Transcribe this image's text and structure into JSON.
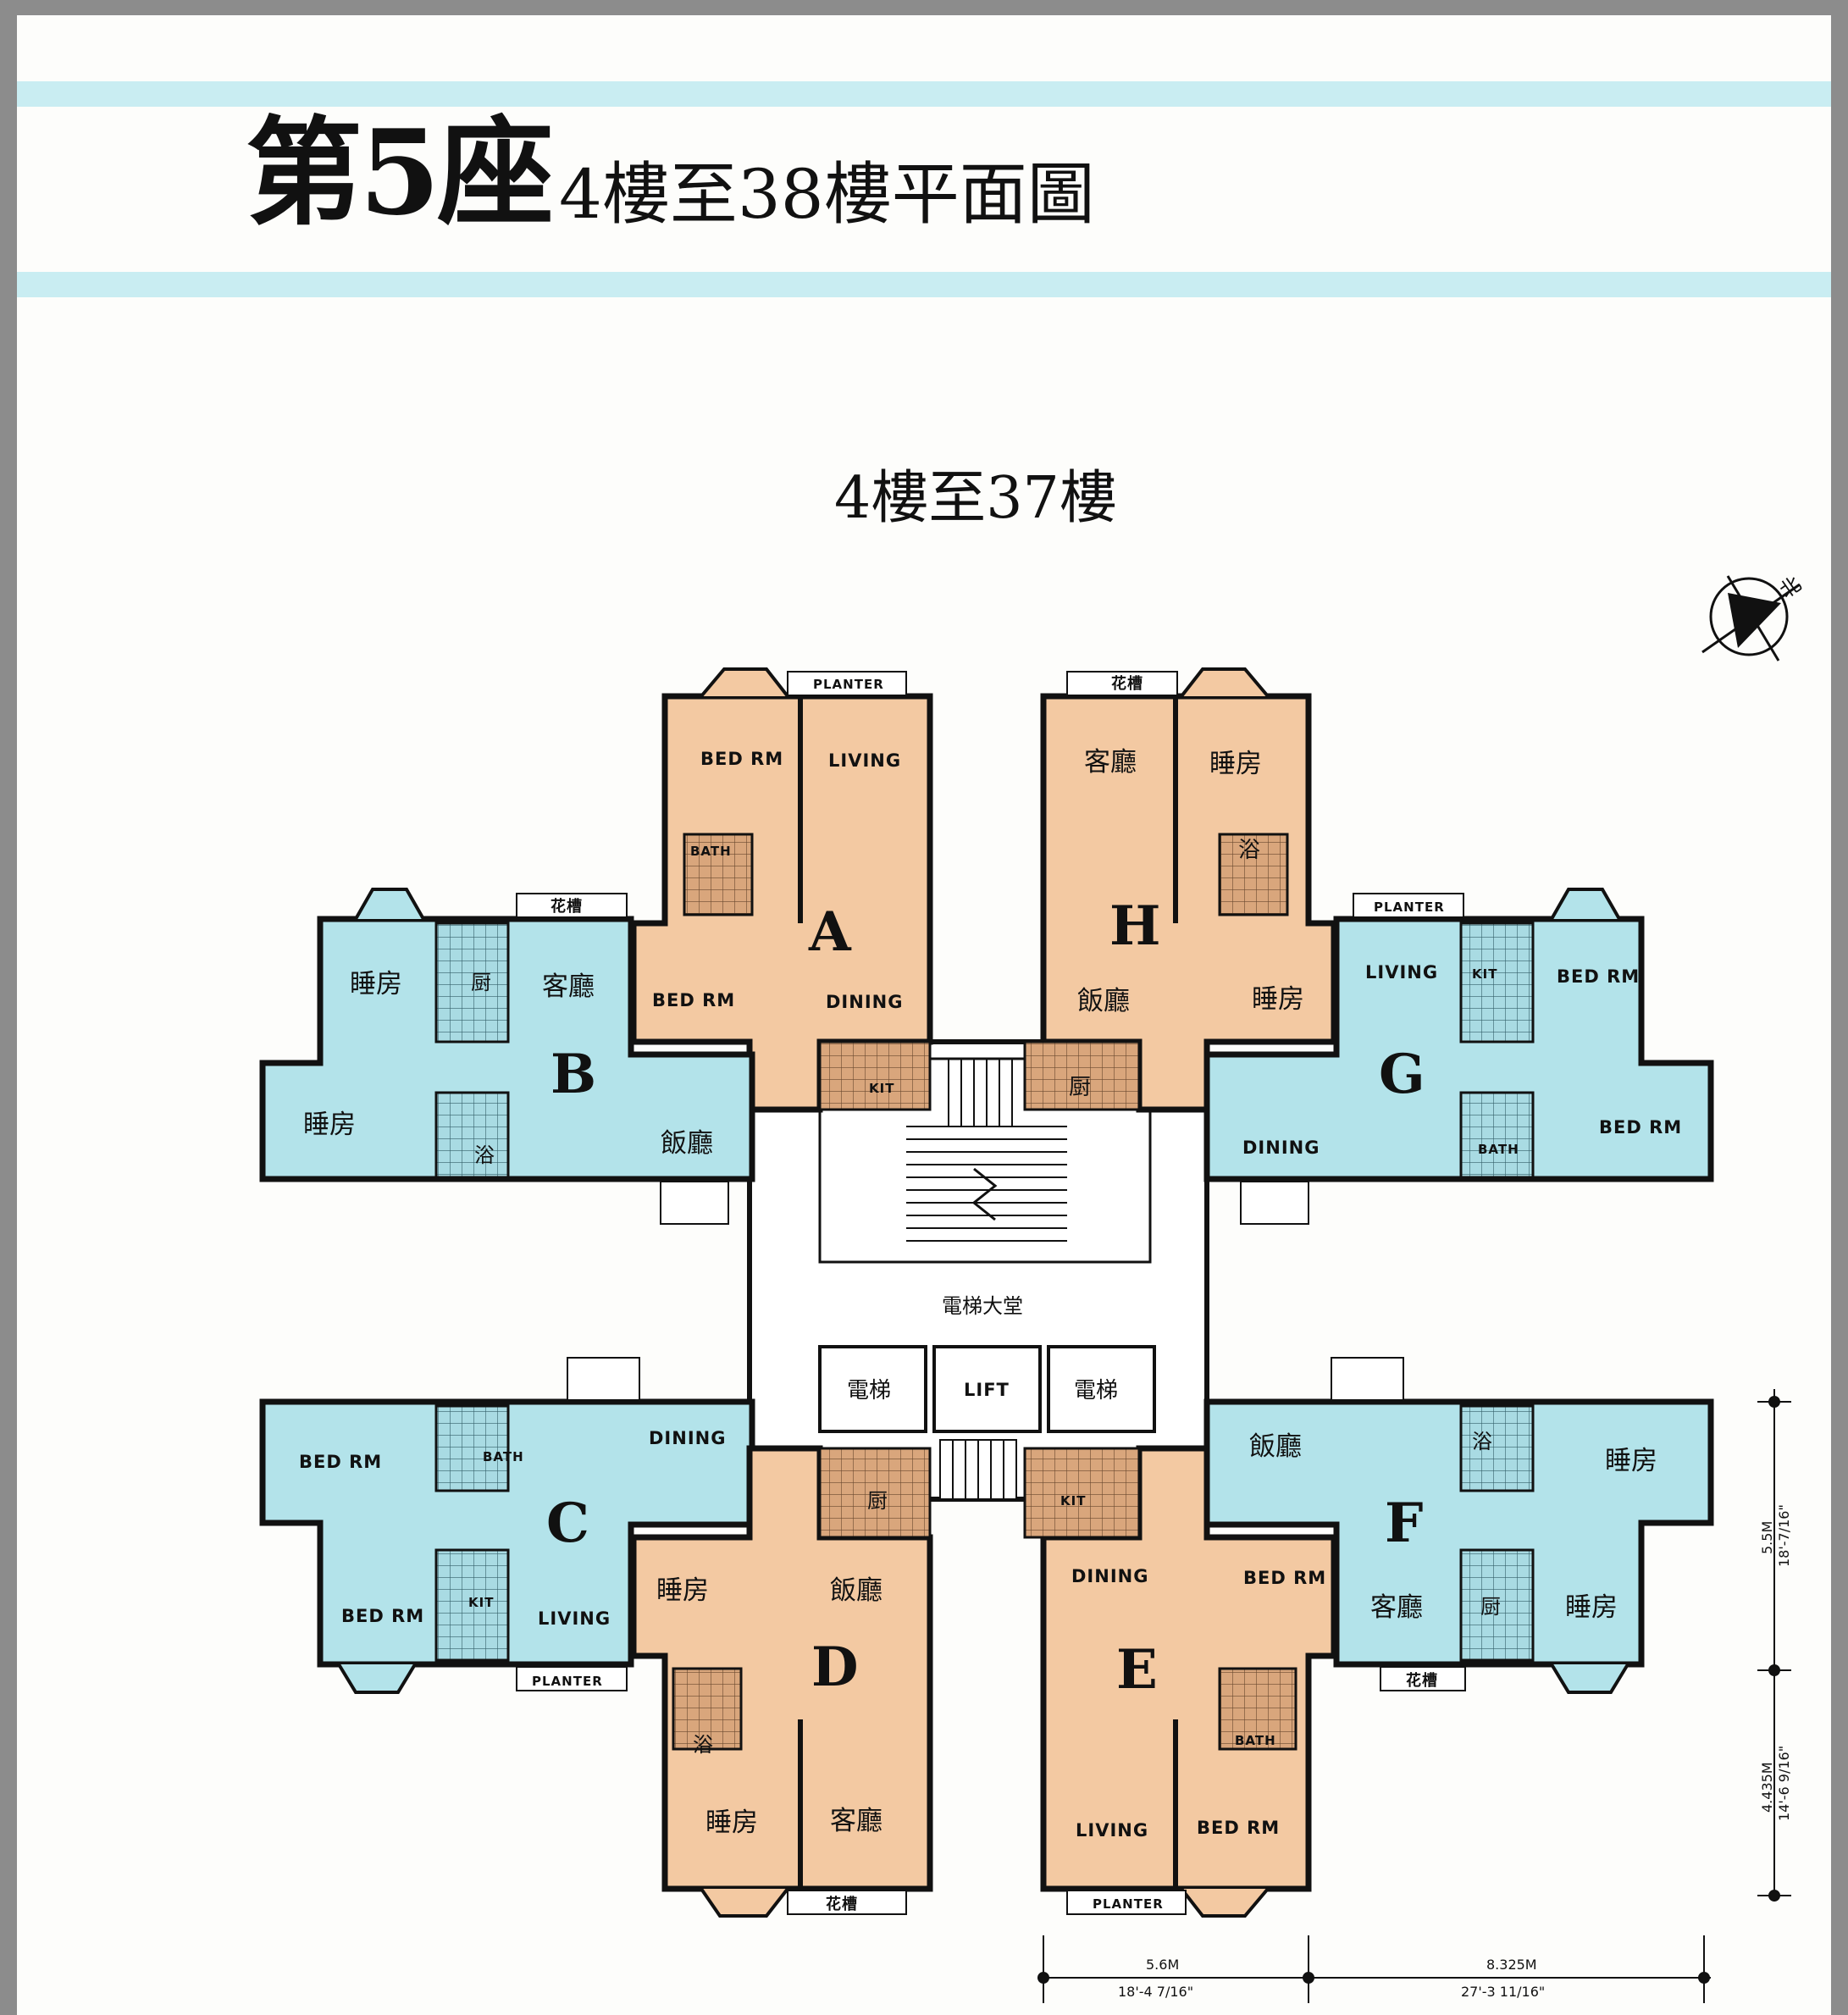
{
  "header": {
    "title": "第5座",
    "subtitle": "4樓至38樓平面圖"
  },
  "plan": {
    "floors_label": "4樓至37樓",
    "lobby_label": "電梯大堂",
    "lifts": [
      "電梯",
      "LIFT",
      "電梯"
    ],
    "north_label": "北",
    "units": {
      "A": {
        "letter": "A",
        "rooms": [
          "BED RM",
          "LIVING",
          "BATH",
          "BED RM",
          "DINING",
          "KIT"
        ],
        "planter": "PLANTER"
      },
      "H": {
        "letter": "H",
        "rooms": [
          "客廳",
          "睡房",
          "浴",
          "飯廳",
          "睡房",
          "厨"
        ],
        "planter": "花槽"
      },
      "B": {
        "letter": "B",
        "rooms": [
          "睡房",
          "厨",
          "客廳",
          "睡房",
          "浴",
          "飯廳"
        ],
        "planter": "花槽"
      },
      "G": {
        "letter": "G",
        "rooms": [
          "LIVING",
          "KIT",
          "BED RM",
          "DINING",
          "BATH",
          "BED RM"
        ],
        "planter": "PLANTER"
      },
      "C": {
        "letter": "C",
        "rooms": [
          "BED RM",
          "BATH",
          "DINING",
          "BED RM",
          "KIT",
          "LIVING"
        ],
        "planter": "PLANTER"
      },
      "F": {
        "letter": "F",
        "rooms": [
          "飯廳",
          "浴",
          "睡房",
          "客廳",
          "厨",
          "睡房"
        ],
        "planter": "花槽"
      },
      "D": {
        "letter": "D",
        "rooms": [
          "睡房",
          "飯廳",
          "浴",
          "睡房",
          "客廳",
          "厨"
        ],
        "planter": "花槽"
      },
      "E": {
        "letter": "E",
        "rooms": [
          "DINING",
          "BED RM",
          "BATH",
          "LIVING",
          "BED RM",
          "KIT"
        ],
        "planter": "PLANTER"
      }
    },
    "dimensions": {
      "vertical": [
        {
          "metric": "5.5M",
          "imperial": "18'-7/16\""
        },
        {
          "metric": "4.435M",
          "imperial": "14'-6 9/16\""
        }
      ],
      "horizontal": [
        {
          "metric": "5.6M",
          "imperial": "18'-4 7/16\""
        },
        {
          "metric": "8.325M",
          "imperial": "27'-3 11/16\""
        }
      ]
    }
  },
  "colors": {
    "band": "#c9edf2",
    "peach_unit": "#f3c9a2",
    "blue_unit": "#b3e3ea",
    "wall": "#111111",
    "kitchen": "#d7a47a"
  }
}
